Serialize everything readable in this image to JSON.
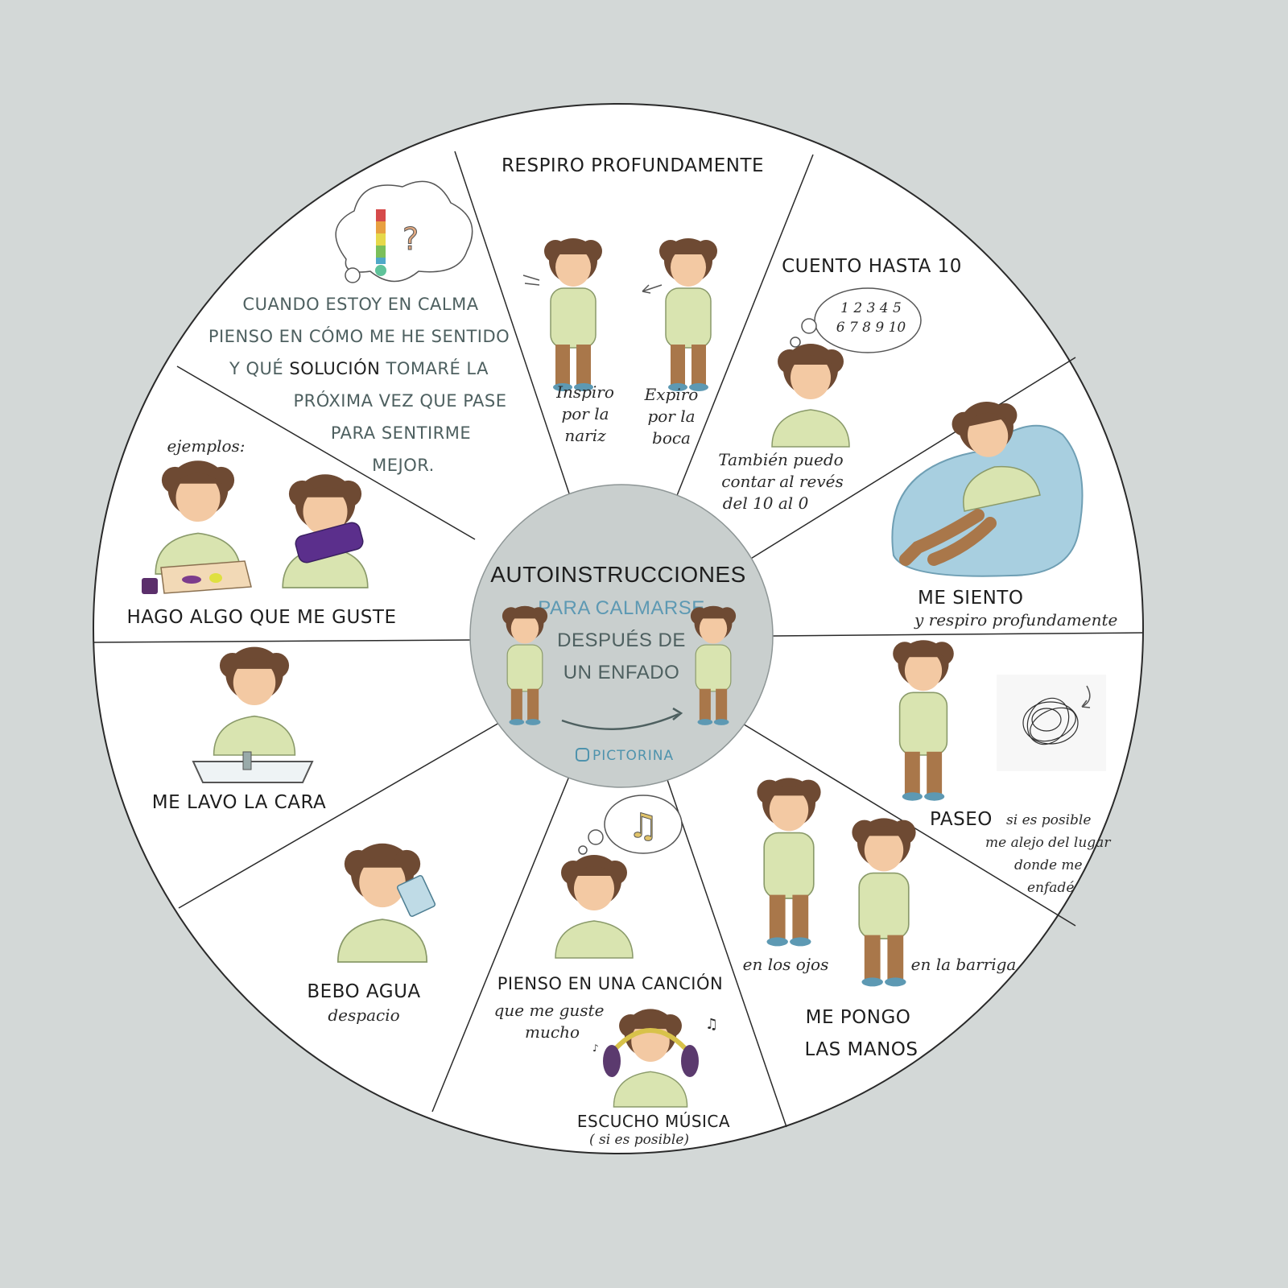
{
  "center": {
    "title": "AUTOINSTRUCCIONES",
    "subtitle": "PARA CALMARSE",
    "line2": "DESPUÉS DE",
    "line3": "UN ENFADO",
    "brand": "PICTORINA"
  },
  "segments": {
    "breathe": {
      "title": "RESPIRO PROFUNDAMENTE",
      "inhale": [
        "Inspiro",
        "por la",
        "nariz"
      ],
      "exhale": [
        "Expiro",
        "por la",
        "boca"
      ]
    },
    "count": {
      "title": "CUENTO HASTA 10",
      "numbers_top": "1 2 3 4 5",
      "numbers_bottom": "6 7 8 9 10",
      "note": [
        "También puedo",
        "contar al revés",
        "del 10 al 0"
      ]
    },
    "sit": {
      "title": "ME SIENTO",
      "note": "y respiro profundamente"
    },
    "walk": {
      "title": "PASEO",
      "note": [
        "si es posible",
        "me alejo del lugar",
        "donde me",
        "enfadé"
      ]
    },
    "hands": {
      "eyes": "en los ojos",
      "belly": "en la barriga",
      "title": [
        "ME PONGO",
        "LAS MANOS"
      ]
    },
    "music": {
      "think": "PIENSO EN UNA CANCIÓN",
      "think_note": [
        "que me guste",
        "mucho"
      ],
      "title": "ESCUCHO MÚSICA",
      "note": "( si es posible)"
    },
    "water": {
      "title": "BEBO AGUA",
      "note": "despacio"
    },
    "face": {
      "title": "ME LAVO LA CARA"
    },
    "hobby": {
      "examples": "ejemplos:",
      "title": "HAGO ALGO QUE ME GUSTE"
    },
    "reflect": {
      "line1": "CUANDO ESTOY EN CALMA",
      "line2": "PIENSO EN CÓMO ME HE SENTIDO",
      "line3a": "Y QUÉ ",
      "line3b": "SOLUCIÓN",
      "line3c": " TOMARÉ LA",
      "line4": "PRÓXIMA VEZ QUE PASE",
      "line5": "PARA SENTIRME",
      "line6": "MEJOR."
    }
  },
  "colors": {
    "background": "#d3d8d7",
    "wheel": "#ffffff",
    "center_disc": "#c9cfce",
    "sweater": "#d9e4b0",
    "pants": "#a9774a",
    "hair": "#6e4a33",
    "skin": "#f3c9a3",
    "beanbag": "#a8cfe0",
    "accent_blue": "#5d99b3"
  }
}
